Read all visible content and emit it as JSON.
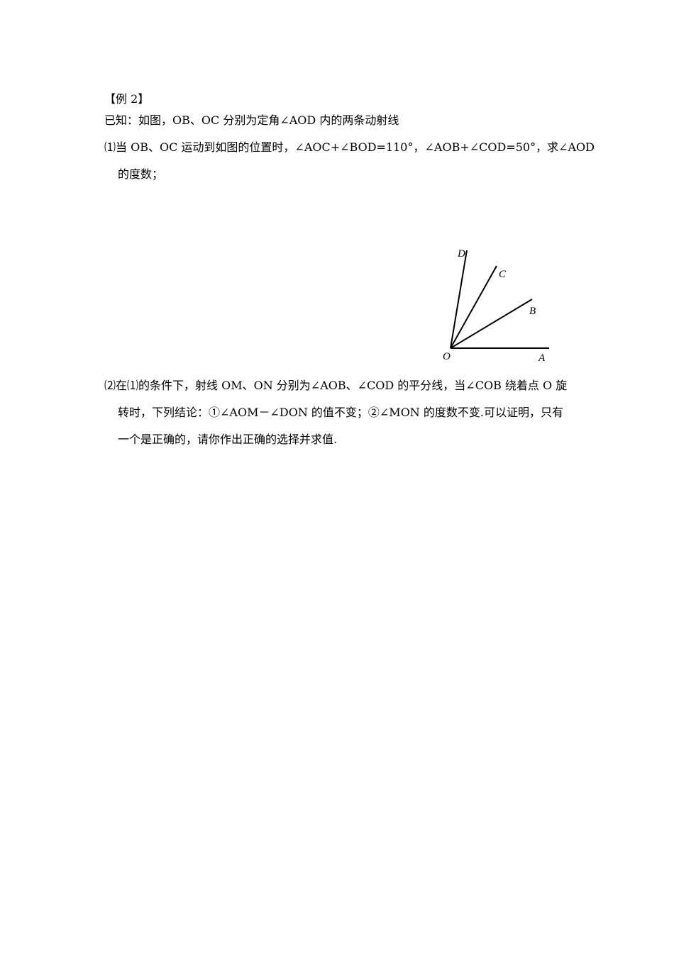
{
  "example": {
    "heading": "【例 2】",
    "given": "已知：如图，OB、OC 分别为定角∠AOD 内的两条动射线",
    "q1_line1": "⑴当 OB、OC 运动到如图的位置时，∠AOC+∠BOD=110°，∠AOB+∠COD=50°，求∠AOD",
    "q1_line2": "的度数；",
    "q2_line1": "⑵在⑴的条件下，射线 OM、ON 分别为∠AOB、∠COD 的平分线，当∠COB 绕着点 O 旋",
    "q2_line2": "转时，下列结论：①∠AOM－∠DON 的值不变；②∠MON 的度数不变.可以证明，只有",
    "q2_line3": "一个是正确的，请你作出正确的选择并求值."
  },
  "figure": {
    "labels": {
      "O": "O",
      "A": "A",
      "B": "B",
      "C": "C",
      "D": "D"
    }
  }
}
